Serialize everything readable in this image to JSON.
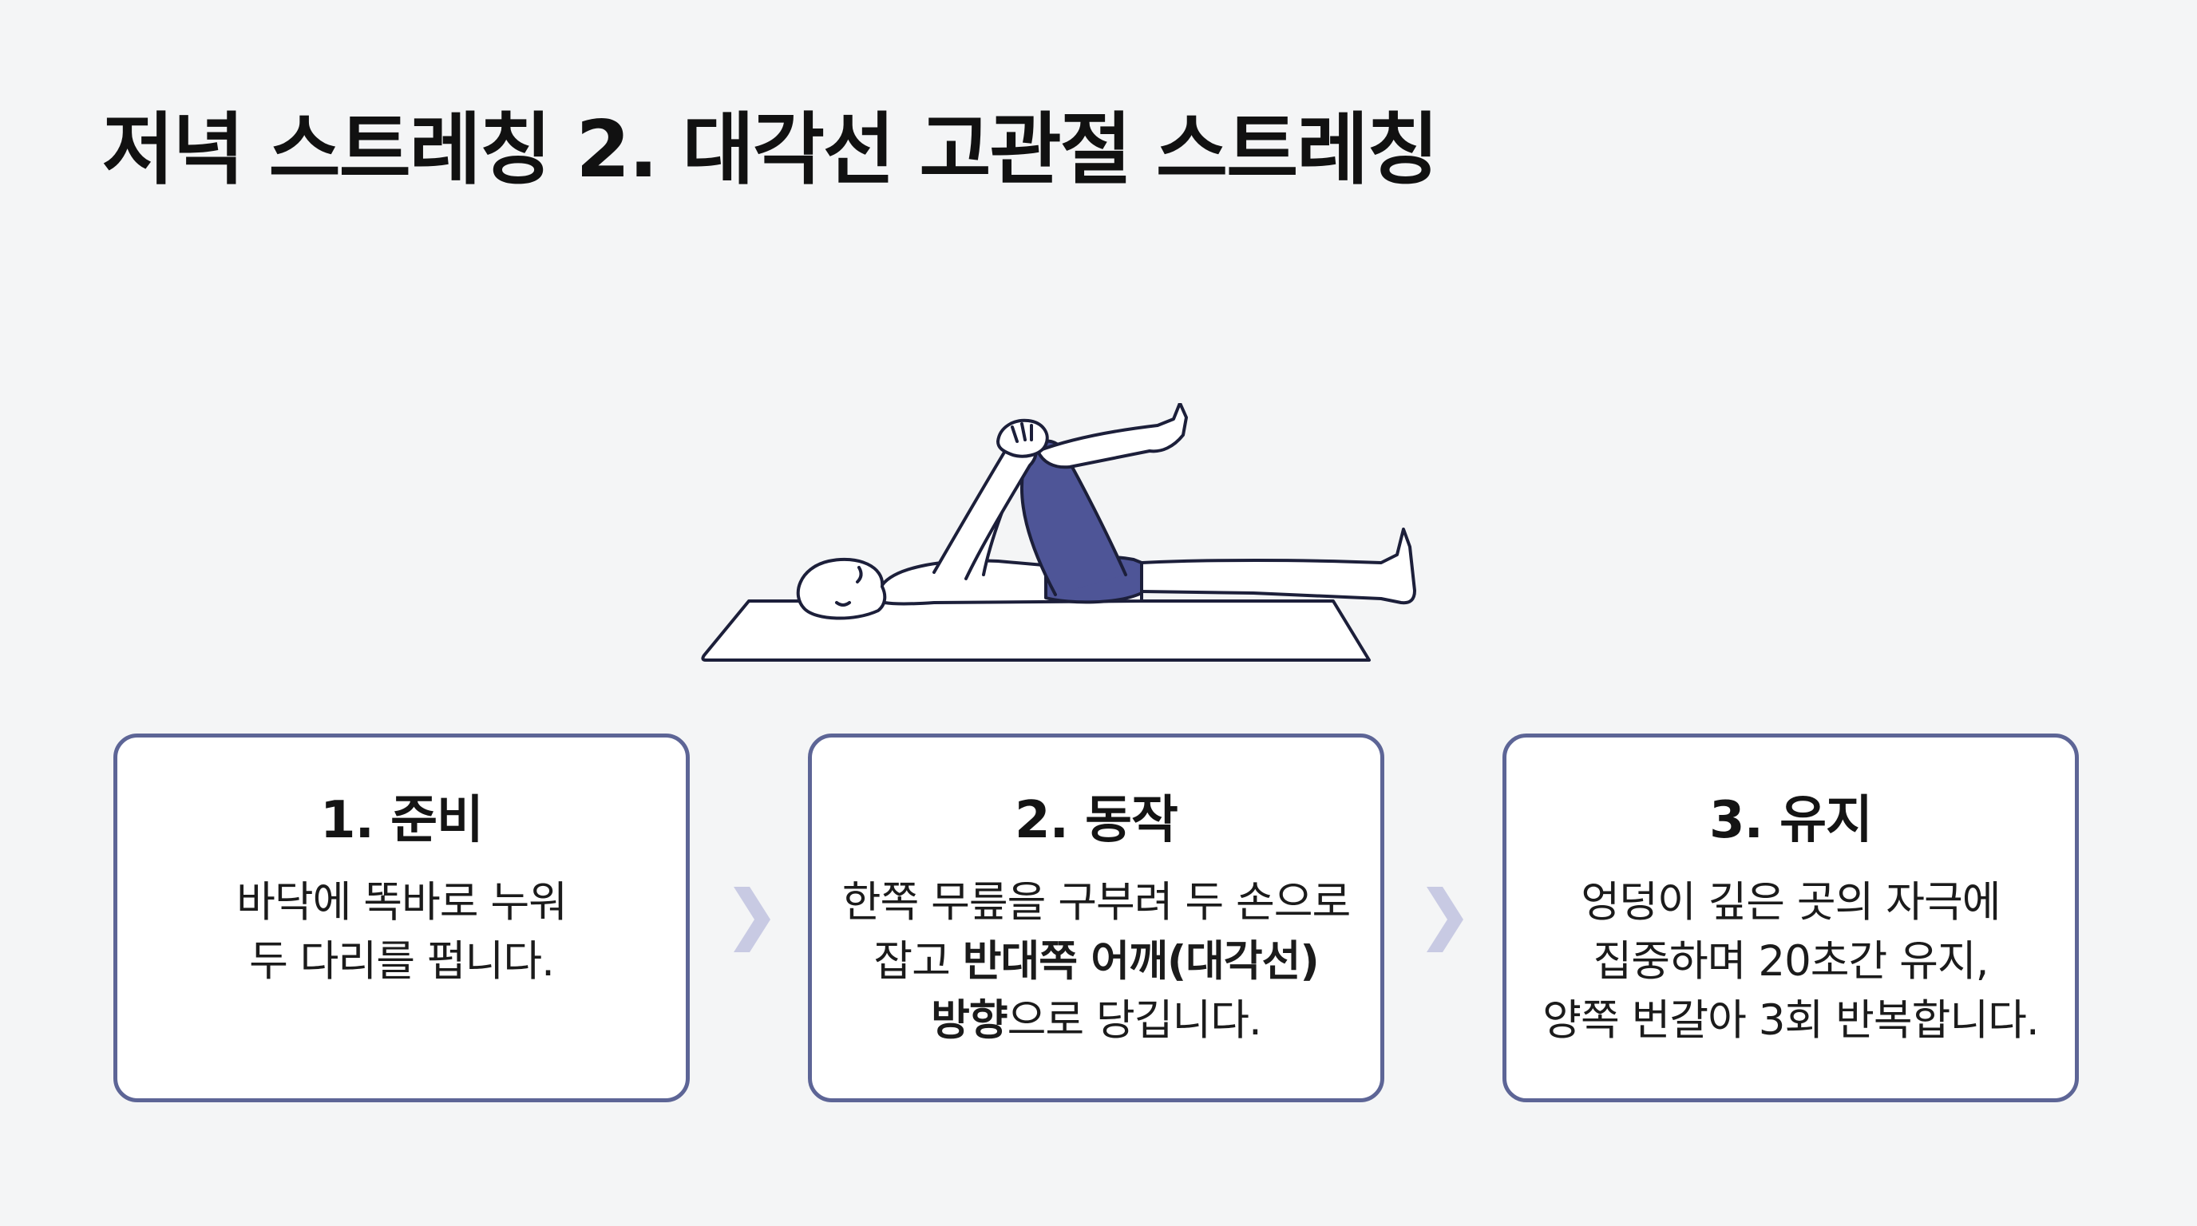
{
  "title": "저녁 스트레칭 2. 대각선 고관절 스트레칭",
  "colors": {
    "background": "#f4f5f6",
    "card_border": "#5d6596",
    "accent_fill": "#4e5597",
    "arrow": "#c8cae3",
    "outline": "#1c1f3a"
  },
  "steps": [
    {
      "title": "1. 준비",
      "lines": [
        "바닥에 똑바로 누워",
        "두 다리를 펍니다."
      ]
    },
    {
      "title": "2. 동작",
      "line1": "한쪽 무릎을 구부려 두 손으로",
      "line2_normal": "잡고 ",
      "line2_bold": "반대쪽 어깨(대각선)",
      "line3_bold": "방향",
      "line3_normal": "으로 당깁니다."
    },
    {
      "title": "3. 유지",
      "lines": [
        "엉덩이 깊은 곳의 자극에",
        "집중하며 20초간 유지,",
        "양쪽 번갈아 3회 반복합니다."
      ]
    }
  ],
  "icons": {
    "figure": "person-lying-knee-to-chest-illustration",
    "arrow": "chevron-right-icon"
  }
}
